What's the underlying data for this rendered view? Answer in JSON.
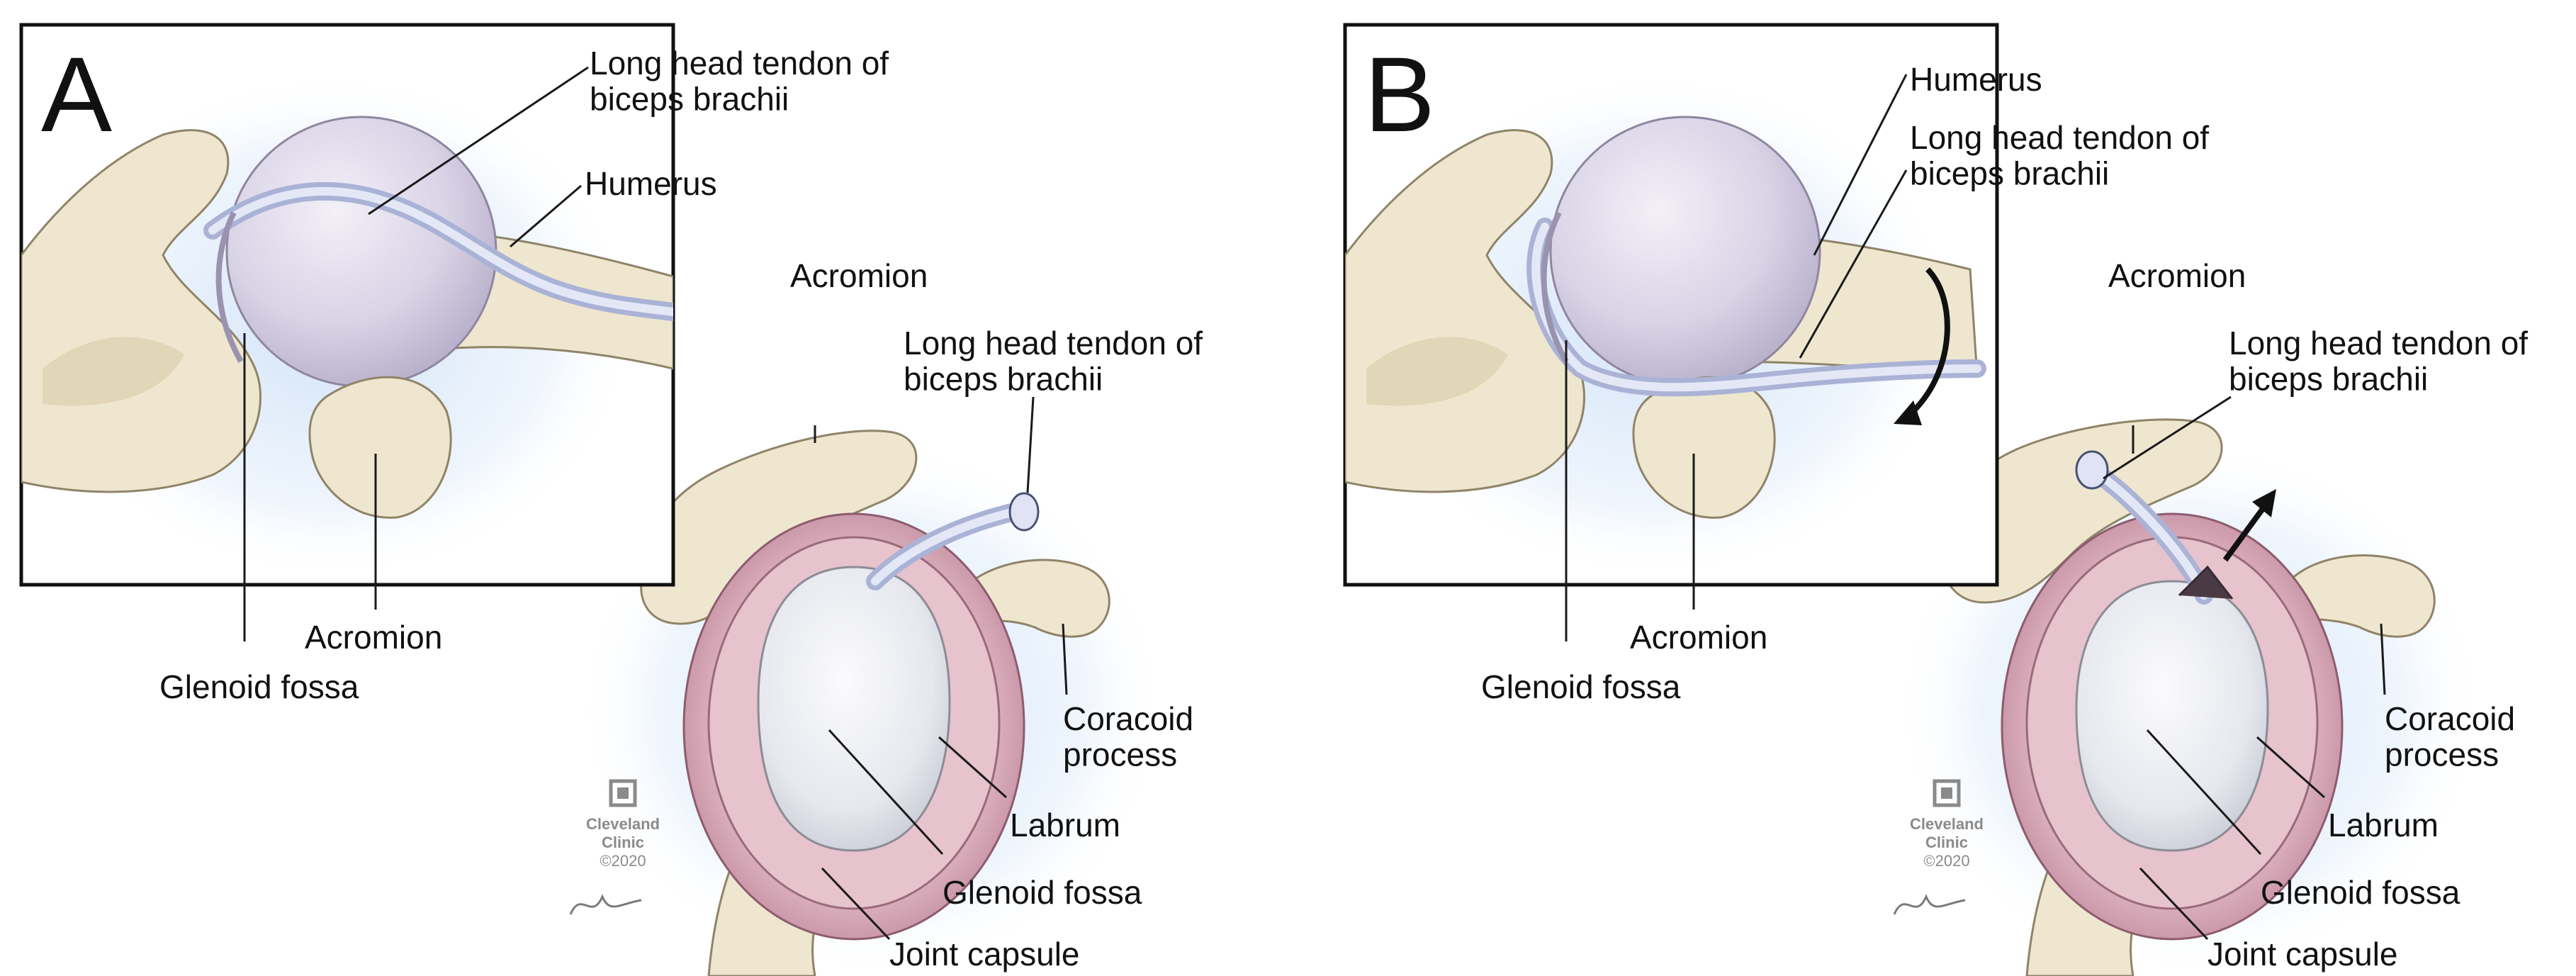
{
  "panels": [
    {
      "letter": "A",
      "inset_labels": {
        "tendon": "Long head tendon of\nbiceps brachii",
        "humerus": "Humerus",
        "acromion": "Acromion",
        "glenoid": "Glenoid fossa"
      },
      "lateral_labels": {
        "acromion": "Acromion",
        "tendon": "Long head tendon of\nbiceps brachii",
        "coracoid": "Coracoid\nprocess",
        "labrum": "Labrum",
        "glenoid": "Glenoid fossa",
        "capsule": "Joint capsule"
      },
      "logo": {
        "line1": "Cleveland",
        "line2": "Clinic",
        "line3": "©2020"
      }
    },
    {
      "letter": "B",
      "inset_labels": {
        "humerus": "Humerus",
        "tendon": "Long head tendon of\nbiceps brachii",
        "acromion": "Acromion",
        "glenoid": "Glenoid fossa"
      },
      "lateral_labels": {
        "acromion": "Acromion",
        "tendon": "Long head tendon of\nbiceps brachii",
        "coracoid": "Coracoid\nprocess",
        "labrum": "Labrum",
        "glenoid": "Glenoid fossa",
        "capsule": "Joint capsule"
      },
      "logo": {
        "line1": "Cleveland",
        "line2": "Clinic",
        "line3": "©2020"
      }
    }
  ],
  "colors": {
    "bone": "#efe6cf",
    "humeral_head": "#d9d3e6",
    "tendon": "#aab3d6",
    "capsule": "#dcb1bf",
    "glenoid": "#e6e8ee",
    "background_glow": "#cfe1f7"
  }
}
